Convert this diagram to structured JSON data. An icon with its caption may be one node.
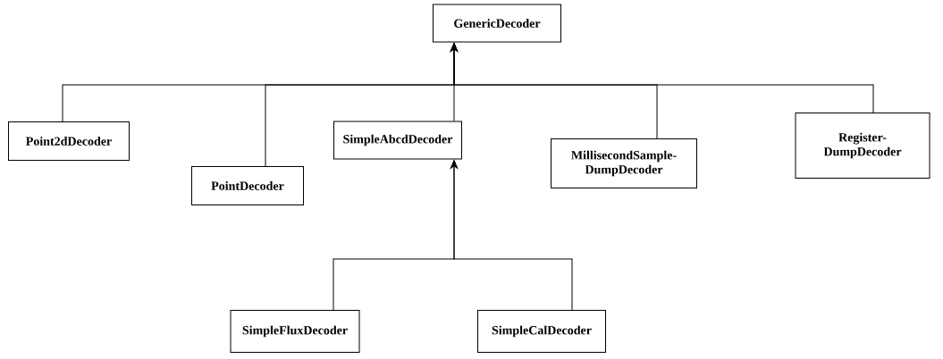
{
  "diagram": {
    "nodes": [
      {
        "text": [
          "GenericDecoder"
        ]
      },
      {
        "text": [
          "Point2dDecoder"
        ]
      },
      {
        "text": [
          "PointDecoder"
        ]
      },
      {
        "text": [
          "SimpleAbcdDecoder"
        ]
      },
      {
        "text": [
          "MillisecondSample- DumpDecoder"
        ]
      },
      {
        "text": [
          "Register- DumpDecoder"
        ]
      },
      {
        "text": [
          "SimpleFluxDecoder"
        ]
      },
      {
        "text": [
          "SimpleCalDecoder"
        ]
      }
    ],
    "edges": [
      {
        "from": 1,
        "to": 0,
        "arrow": "to"
      },
      {
        "from": 2,
        "to": 0,
        "arrow": "to"
      },
      {
        "from": 3,
        "to": 0,
        "arrow": "to"
      },
      {
        "from": 4,
        "to": 0,
        "arrow": "to"
      },
      {
        "from": 5,
        "to": 0,
        "arrow": "to"
      },
      {
        "from": 6,
        "to": 3,
        "arrow": "to"
      },
      {
        "from": 7,
        "to": 3,
        "arrow": "to"
      }
    ]
  }
}
